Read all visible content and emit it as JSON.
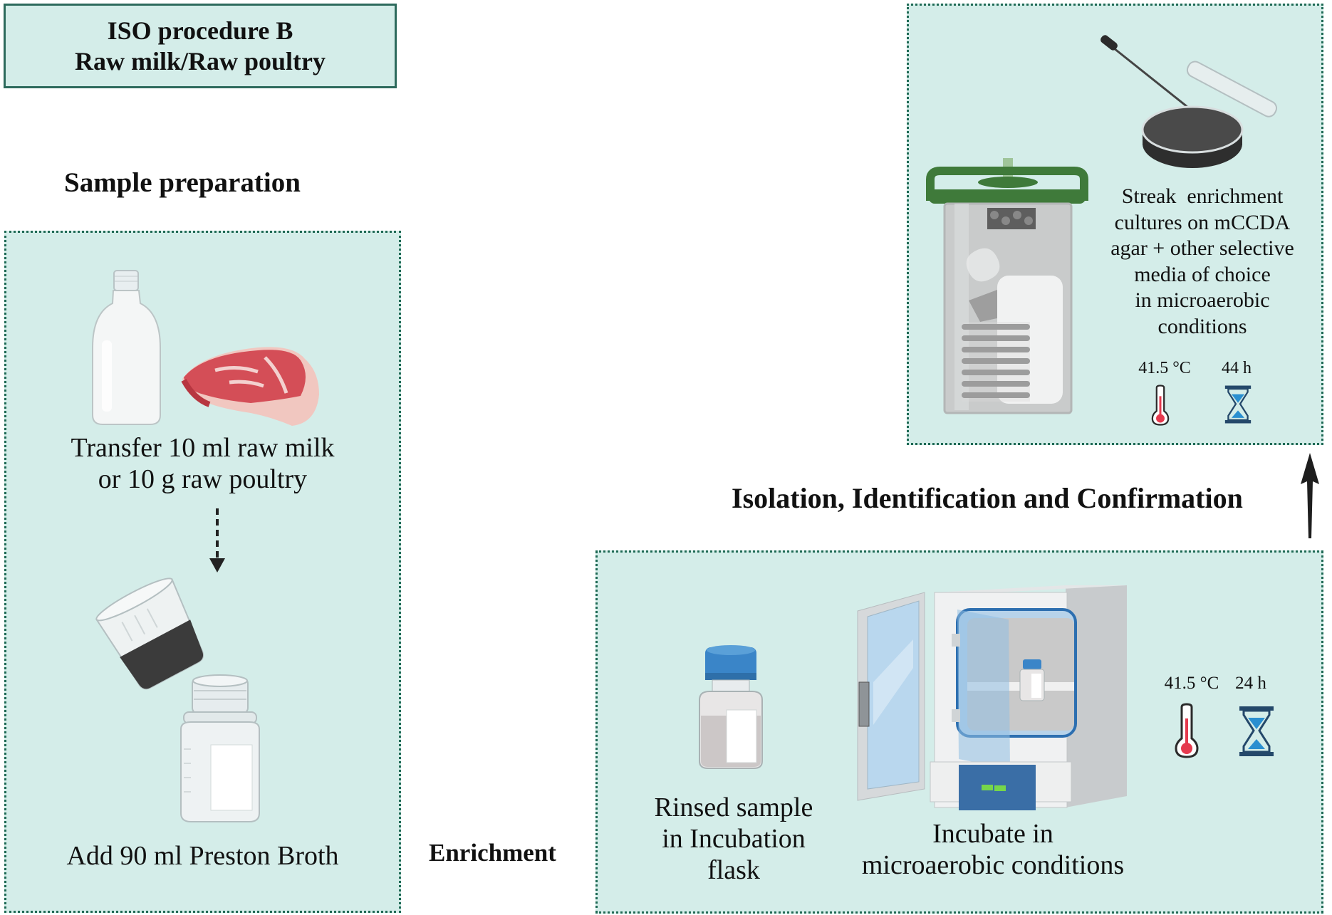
{
  "title_box": {
    "line1": "ISO procedure B",
    "line2": "Raw milk/Raw poultry"
  },
  "sections": {
    "sample_preparation": "Sample preparation",
    "enrichment": "Enrichment",
    "isolation": "Isolation, Identification and Confirmation"
  },
  "sample_panel": {
    "step1": {
      "line1": "Transfer 10 ml raw milk",
      "line2": "or 10 g raw poultry",
      "icons": [
        "milk-bottle-icon",
        "raw-meat-icon"
      ]
    },
    "step2": {
      "line1": "Add 90 ml Preston Broth",
      "icons": [
        "pouring-beaker-icon",
        "media-bottle-icon"
      ]
    }
  },
  "enrichment_panel": {
    "flask_caption": {
      "line1": "Rinsed sample",
      "line2": "in Incubation",
      "line3": "flask"
    },
    "incubator_caption": {
      "line1": "Incubate in",
      "line2": "microaerobic conditions"
    },
    "temperature": "41.5 °C",
    "duration": "24 h"
  },
  "isolation_panel": {
    "caption": {
      "line1": "Streak  enrichment",
      "line2": "cultures on mCCDA",
      "line3": "agar + other selective",
      "line4": "media of choice",
      "line5": "in microaerobic",
      "line6": "conditions"
    },
    "temperature": "41.5 °C",
    "duration": "44 h"
  },
  "colors": {
    "panel_bg": "#d4ede9",
    "panel_border": "#1f6a55",
    "thermometer_red": "#e53a4e",
    "hourglass_blue": "#2a8fd0",
    "hourglass_frame": "#24486a",
    "jar_lid_green": "#3f7a3a"
  }
}
